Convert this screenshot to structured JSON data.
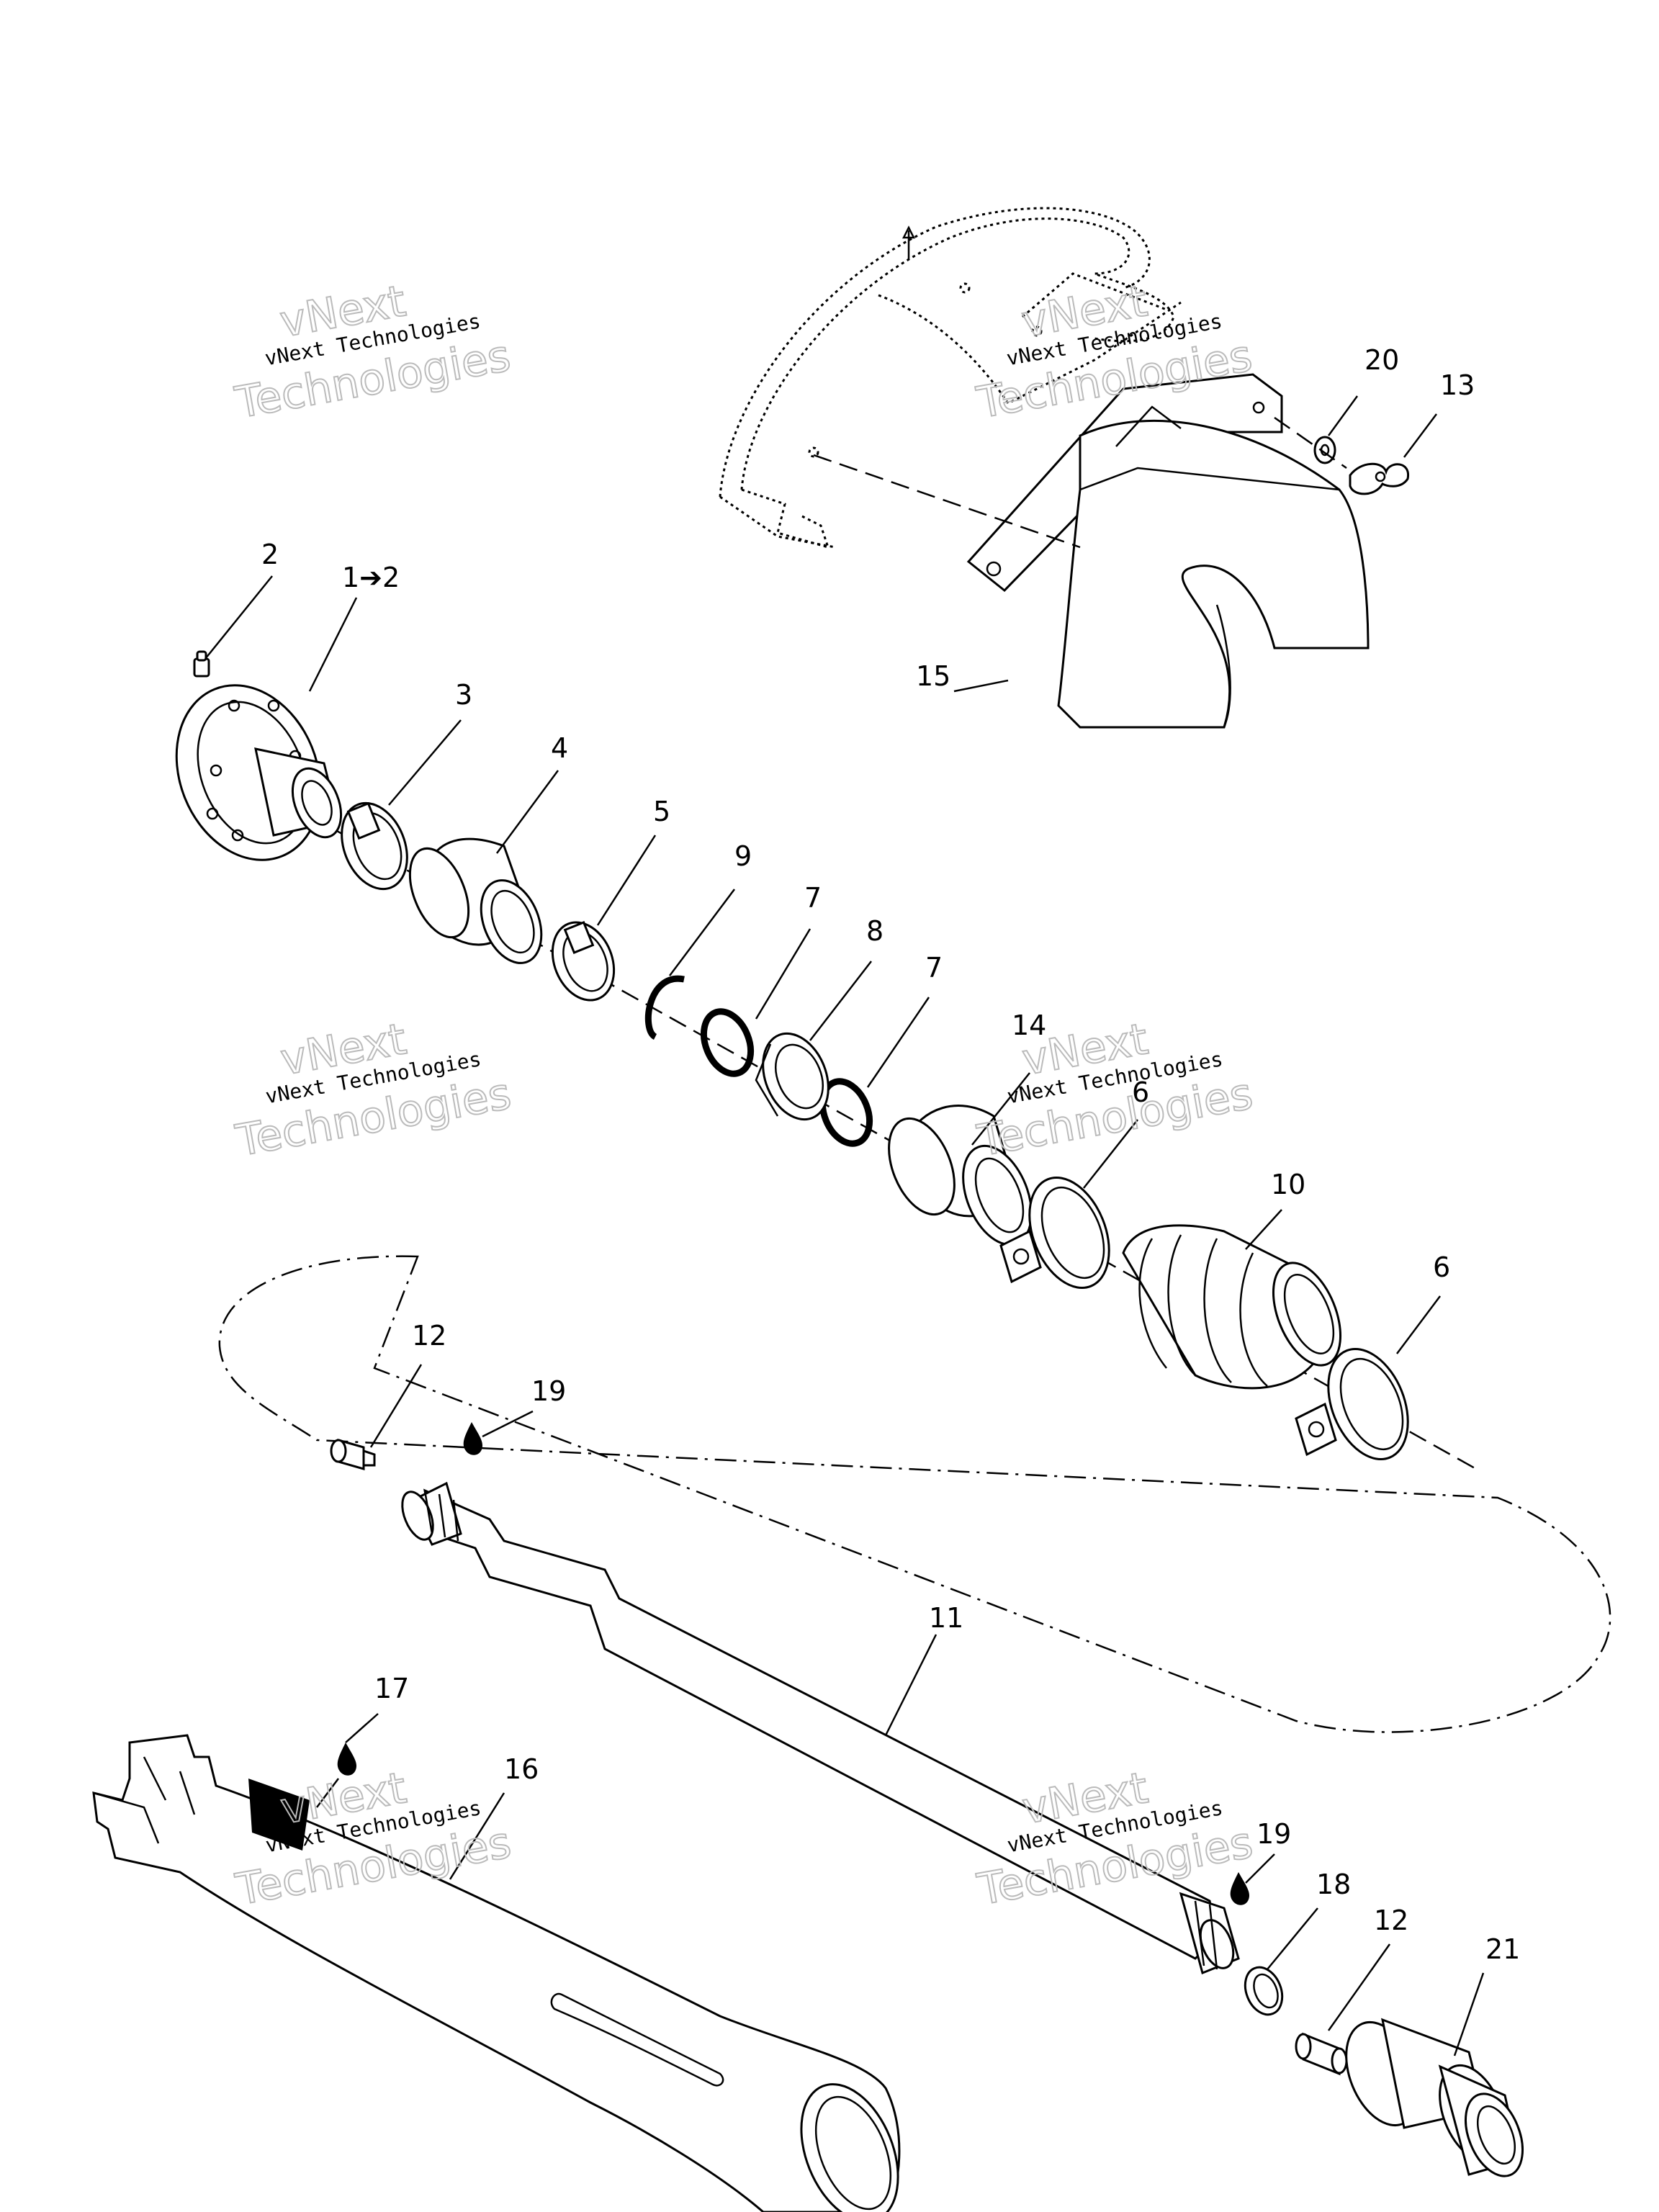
{
  "callouts": {
    "c1": "1➔2",
    "c2": "2",
    "c3": "3",
    "c4": "4",
    "c5": "5",
    "c6a": "6",
    "c6b": "6",
    "c7a": "7",
    "c7b": "7",
    "c8": "8",
    "c9": "9",
    "c10": "10",
    "c11": "11",
    "c12a": "12",
    "c12b": "12",
    "c13": "13",
    "c14": "14",
    "c15": "15",
    "c16": "16",
    "c17": "17",
    "c18": "18",
    "c19a": "19",
    "c19b": "19",
    "c20": "20",
    "c21": "21"
  },
  "watermarks": {
    "line1": "vNext",
    "line2": "vNext Technologies",
    "line3": "Technologies"
  }
}
